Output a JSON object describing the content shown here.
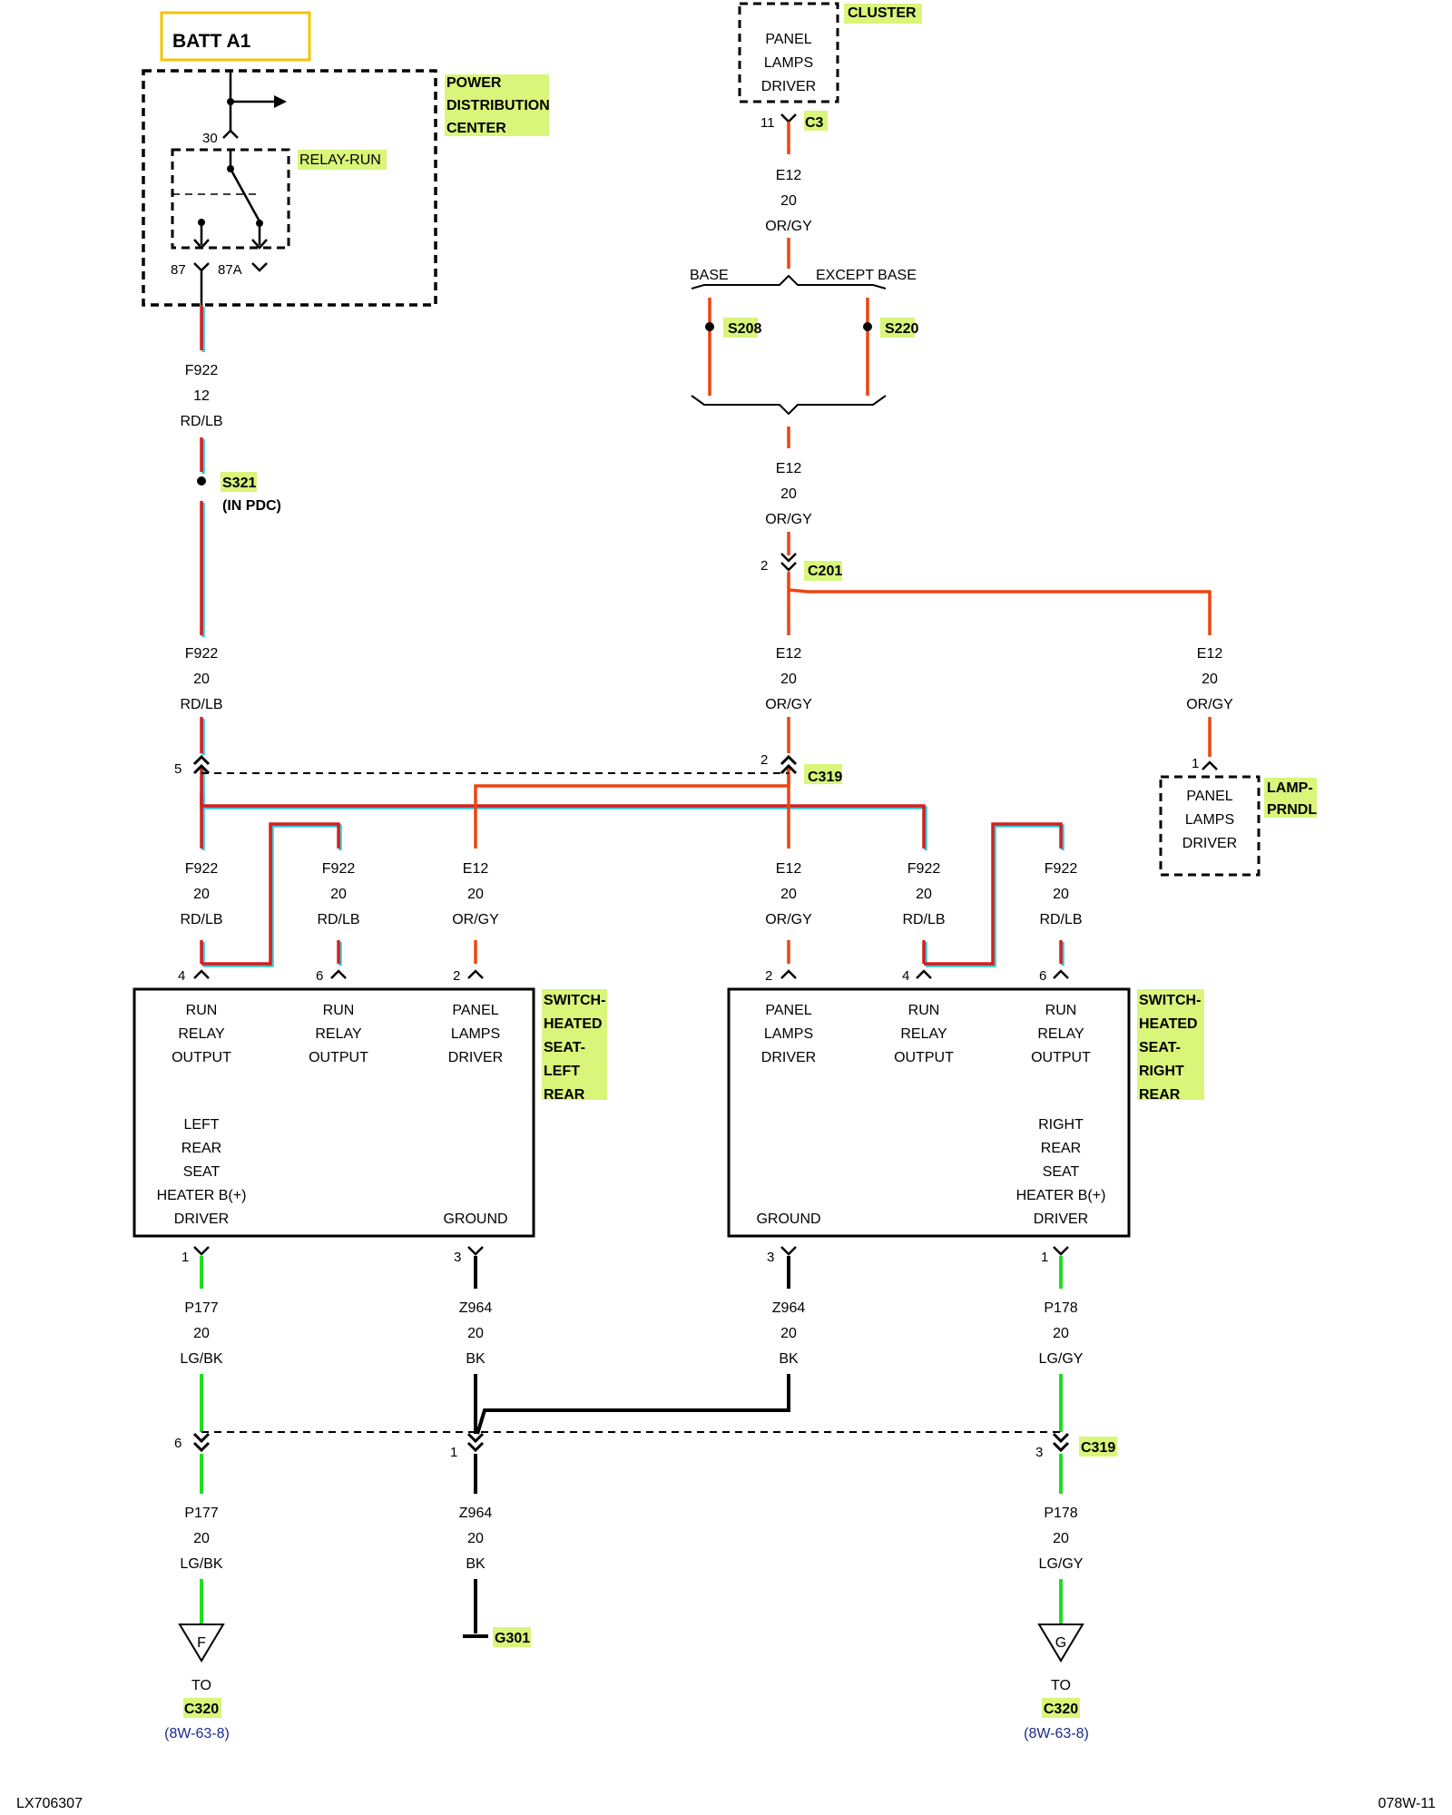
{
  "page": {
    "doc_id": "LX706307",
    "page_ref": "078W-11"
  },
  "colors": {
    "red_wire": "#d42020",
    "orange_wire": "#ee4410",
    "cyan_edge": "#33c8d8",
    "green_wire": "#22dd22",
    "black_wire": "#000000",
    "highlight": "#d9f57a",
    "batt_border": "#f5c400",
    "ref_blue": "#1a2a8a"
  },
  "batt": {
    "label": "BATT A1"
  },
  "pdc": {
    "name_lines": [
      "POWER",
      "DISTRIBUTION",
      "CENTER"
    ],
    "relay_label": "RELAY-RUN",
    "pin_30": "30",
    "pin_87": "87",
    "pin_87a": "87A",
    "splice": "S321",
    "splice_note": "(IN PDC)"
  },
  "cluster": {
    "name": "CLUSTER",
    "block_lines": [
      "PANEL",
      "LAMPS",
      "DRIVER"
    ],
    "pin": "11",
    "connector": "C3",
    "branch_base": "BASE",
    "branch_except": "EXCEPT BASE",
    "splice_base": "S208",
    "splice_except": "S220",
    "c201_pin": "2",
    "c201": "C201"
  },
  "lamp_prndl": {
    "name_lines": [
      "LAMP-",
      "PRNDL"
    ],
    "block_lines": [
      "PANEL",
      "LAMPS",
      "DRIVER"
    ],
    "pin": "1"
  },
  "c319": {
    "name": "C319",
    "pin_left": "5",
    "pin_right": "2",
    "pin_p177": "6",
    "pin_z964": "1",
    "pin_p178": "3"
  },
  "wires": {
    "f922_12": [
      "F922",
      "12",
      "RD/LB"
    ],
    "f922_20": [
      "F922",
      "20",
      "RD/LB"
    ],
    "e12": [
      "E12",
      "20",
      "OR/GY"
    ],
    "p177": [
      "P177",
      "20",
      "LG/BK"
    ],
    "z964": [
      "Z964",
      "20",
      "BK"
    ],
    "p178": [
      "P178",
      "20",
      "LG/GY"
    ]
  },
  "switch_left": {
    "name_lines": [
      "SWITCH-",
      "HEATED",
      "SEAT-",
      "LEFT",
      "REAR"
    ],
    "col1": [
      "RUN",
      "RELAY",
      "OUTPUT"
    ],
    "col2": [
      "RUN",
      "RELAY",
      "OUTPUT"
    ],
    "col3": [
      "PANEL",
      "LAMPS",
      "DRIVER"
    ],
    "heater": [
      "LEFT",
      "REAR",
      "SEAT",
      "HEATER B(+)",
      "DRIVER"
    ],
    "ground": "GROUND",
    "pins_top": [
      "4",
      "6",
      "2"
    ],
    "pins_bottom": [
      "1",
      "3"
    ]
  },
  "switch_right": {
    "name_lines": [
      "SWITCH-",
      "HEATED",
      "SEAT-",
      "RIGHT",
      "REAR"
    ],
    "col1": [
      "PANEL",
      "LAMPS",
      "DRIVER"
    ],
    "col2": [
      "RUN",
      "RELAY",
      "OUTPUT"
    ],
    "col3": [
      "RUN",
      "RELAY",
      "OUTPUT"
    ],
    "heater": [
      "RIGHT",
      "REAR",
      "SEAT",
      "HEATER B(+)",
      "DRIVER"
    ],
    "ground": "GROUND",
    "pins_top": [
      "2",
      "4",
      "6"
    ],
    "pins_bottom": [
      "3",
      "1"
    ]
  },
  "ground": {
    "name": "G301"
  },
  "terminals": {
    "left": {
      "letter": "F",
      "to": "TO",
      "connector": "C320",
      "ref": "(8W-63-8)"
    },
    "right": {
      "letter": "G",
      "to": "TO",
      "connector": "C320",
      "ref": "(8W-63-8)"
    }
  }
}
